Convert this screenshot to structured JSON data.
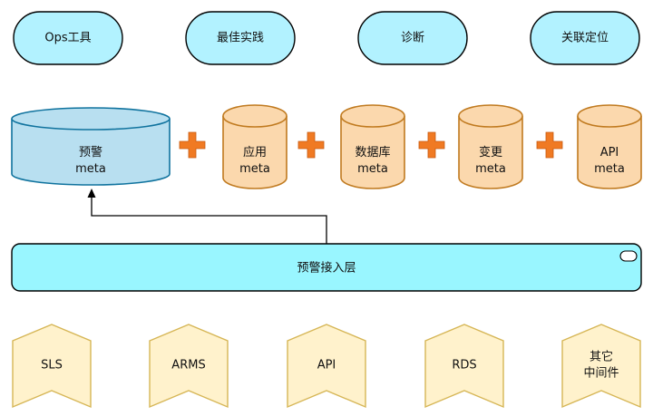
{
  "top_labels": [
    {
      "text": "Ops工具"
    },
    {
      "text": "最佳实践"
    },
    {
      "text": "诊断"
    },
    {
      "text": "关联定位"
    }
  ],
  "metas": [
    {
      "line1": "预警",
      "line2": "meta"
    },
    {
      "line1": "应用",
      "line2": "meta"
    },
    {
      "line1": "数据库",
      "line2": "meta"
    },
    {
      "line1": "变更",
      "line2": "meta"
    },
    {
      "line1": "API",
      "line2": "meta"
    }
  ],
  "layer": {
    "label": "预警接入层"
  },
  "sources": [
    {
      "line1": "SLS",
      "line2": ""
    },
    {
      "line1": "ARMS",
      "line2": ""
    },
    {
      "line1": "API",
      "line2": ""
    },
    {
      "line1": "RDS",
      "line2": ""
    },
    {
      "line1": "其它",
      "line2": "中间件"
    }
  ],
  "colors": {
    "cyan": "#b2f2ff",
    "layer": "#99f6ff",
    "blue_db": "#b8dff0",
    "orange_db": "#fbd8ad",
    "orange_stroke": "#c07a1f",
    "plus": "#f07a23",
    "source_fill": "#fff2cc",
    "source_stroke": "#d6b656"
  }
}
